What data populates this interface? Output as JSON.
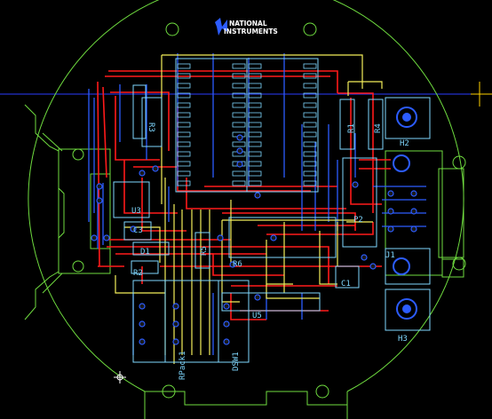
{
  "app": {
    "title": "PCB Layout Editor",
    "logo_line1": "NATIONAL",
    "logo_line2": "INSTRUMENTS"
  },
  "colors": {
    "background": "#000000",
    "board_outline": "#6fdc3f",
    "top_copper": "#ff1a1a",
    "bottom_copper": "#2c5cff",
    "silkscreen": "#7fd8ff",
    "keepout": "#f4ee5a",
    "cursor": "#ffffff",
    "crosshair": "#2a3cff",
    "origin_marker": "#ffd200"
  },
  "components": {
    "r1": "R1",
    "r2": "R2",
    "r3": "R3",
    "r4": "R4",
    "r5": "R5",
    "d1": "D1",
    "c1": "C1",
    "c3": "C3",
    "u3": "U3",
    "u5": "U5",
    "p2": "P2",
    "h2": "H2",
    "h3": "H3",
    "rpack1": "RPack1",
    "dsw1": "DSW1",
    "j1": "J1",
    "r6": "R6"
  }
}
